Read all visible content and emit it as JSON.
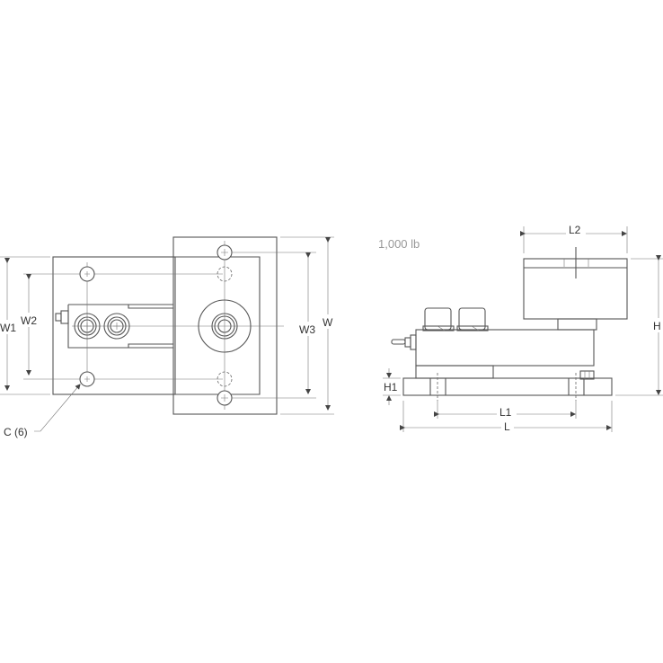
{
  "top_view": {
    "labels": {
      "w": "W",
      "w1": "W1",
      "w2": "W2",
      "w3": "W3",
      "c": "C (6)"
    }
  },
  "side_view": {
    "capacity": "1,000 lb",
    "labels": {
      "l": "L",
      "l1": "L1",
      "l2": "L2",
      "h": "H",
      "h1": "H1"
    }
  },
  "colors": {
    "line": "#555555",
    "text": "#333333",
    "caption": "#999999",
    "background": "#ffffff"
  }
}
